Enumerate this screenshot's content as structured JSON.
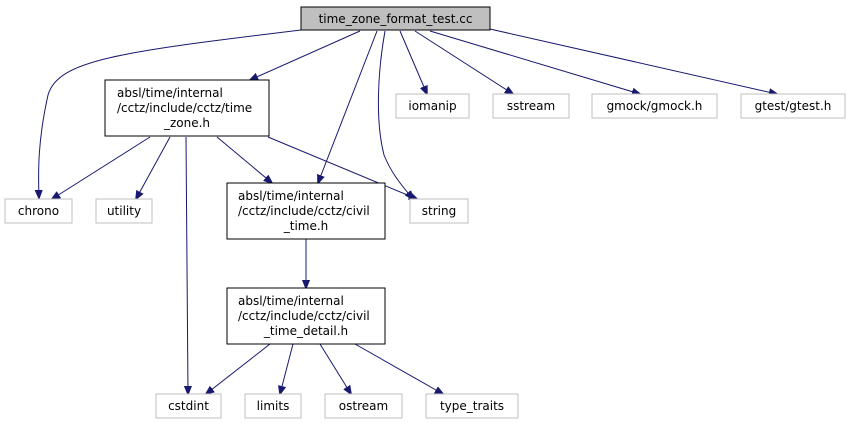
{
  "colors": {
    "edge": "#191970",
    "root_fill": "#bfbfbf",
    "root_stroke": "#000000",
    "header_stroke": "#000000",
    "system_stroke": "#bfbfbf",
    "text": "#000000"
  },
  "nodes": {
    "root": {
      "lines": [
        "time_zone_format_test.cc"
      ]
    },
    "time_zone_h": {
      "lines": [
        "absl/time/internal",
        "/cctz/include/cctz/time",
        "_zone.h"
      ]
    },
    "civil_time_h": {
      "lines": [
        "absl/time/internal",
        "/cctz/include/cctz/civil",
        "_time.h"
      ]
    },
    "civil_time_detail_h": {
      "lines": [
        "absl/time/internal",
        "/cctz/include/cctz/civil",
        "_time_detail.h"
      ]
    },
    "chrono": {
      "lines": [
        "chrono"
      ]
    },
    "utility": {
      "lines": [
        "utility"
      ]
    },
    "string": {
      "lines": [
        "string"
      ]
    },
    "iomanip": {
      "lines": [
        "iomanip"
      ]
    },
    "sstream": {
      "lines": [
        "sstream"
      ]
    },
    "gmock_h": {
      "lines": [
        "gmock/gmock.h"
      ]
    },
    "gtest_h": {
      "lines": [
        "gtest/gtest.h"
      ]
    },
    "cstdint": {
      "lines": [
        "cstdint"
      ]
    },
    "limits": {
      "lines": [
        "limits"
      ]
    },
    "ostream": {
      "lines": [
        "ostream"
      ]
    },
    "type_traits": {
      "lines": [
        "type_traits"
      ]
    }
  }
}
